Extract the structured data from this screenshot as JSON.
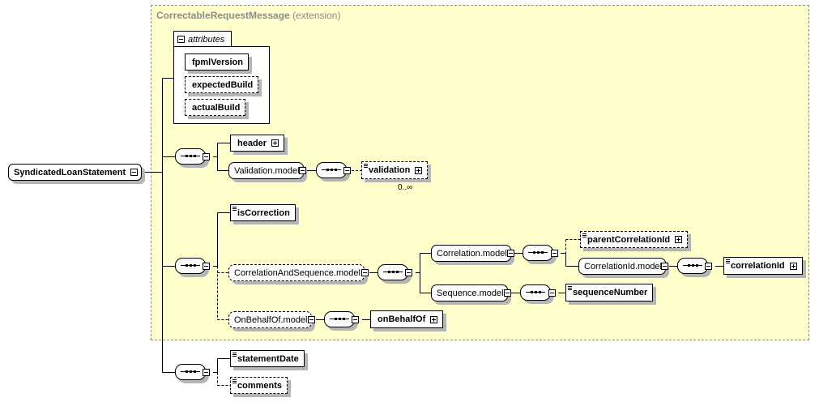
{
  "diagram": {
    "root": {
      "name": "SyndicatedLoanStatement"
    },
    "extension": {
      "base": "CorrectableRequestMessage",
      "label": "(extension)"
    },
    "attributes": {
      "label": "attributes",
      "items": [
        {
          "name": "fpmlVersion",
          "optional": false
        },
        {
          "name": "expectedBuild",
          "optional": true
        },
        {
          "name": "actualBuild",
          "optional": true
        }
      ]
    },
    "nodes": {
      "header": "header",
      "validation_model": "Validation.model",
      "validation": "validation",
      "validation_card": "0..∞",
      "isCorrection": "isCorrection",
      "correlation_and_sequence_model": "CorrelationAndSequence.model",
      "correlation_model": "Correlation.model",
      "parentCorrelationId": "parentCorrelationId",
      "correlationId_model": "CorrelationId.model",
      "correlationId": "correlationId",
      "sequence_model": "Sequence.model",
      "sequenceNumber": "sequenceNumber",
      "onBehalfOf_model": "OnBehalfOf.model",
      "onBehalfOf": "onBehalfOf",
      "statementDate": "statementDate",
      "comments": "comments"
    },
    "colors": {
      "extension_bg": "#ffffcc",
      "extension_border": "#8c8c8c",
      "shadow": "#b5b5b5"
    }
  }
}
